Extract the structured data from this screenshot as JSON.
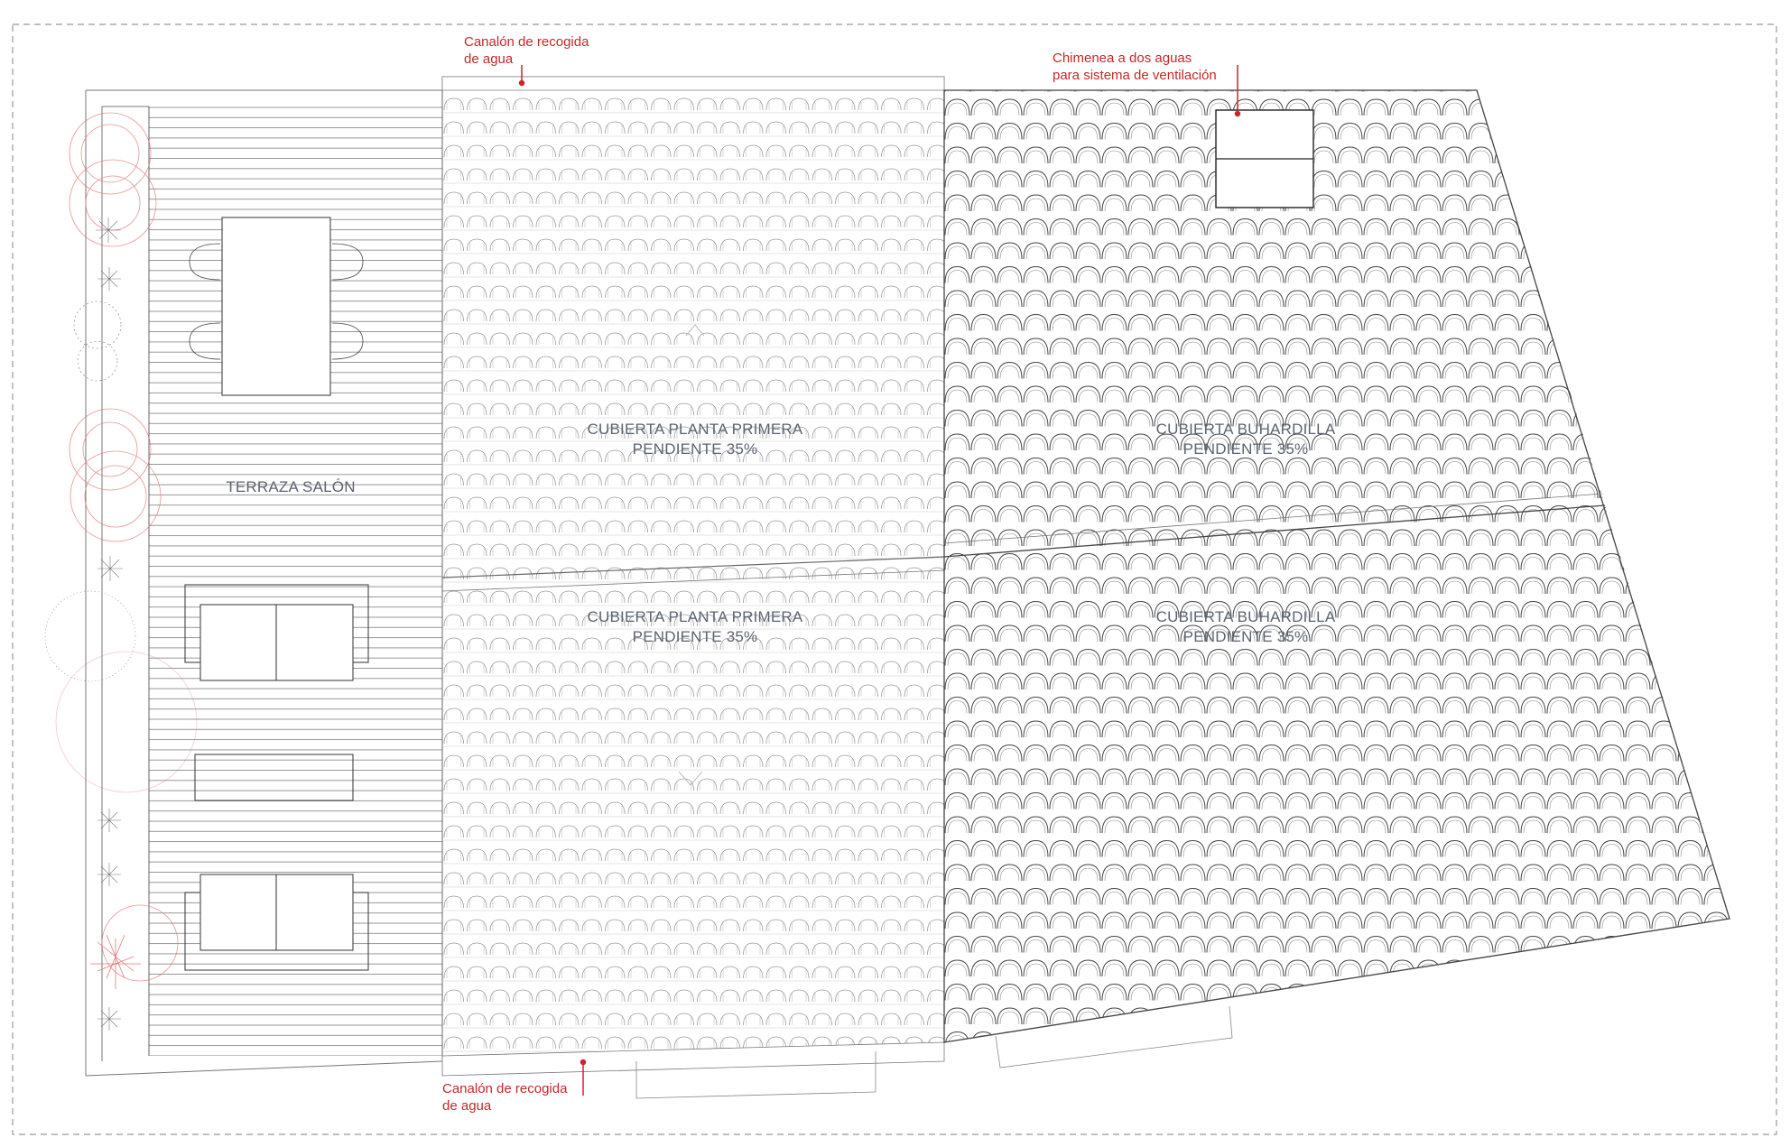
{
  "zones": {
    "terrace": "TERRAZA SALÓN",
    "roof_first_upper": {
      "line1": "CUBIERTA PLANTA PRIMERA",
      "line2": "PENDIENTE 35%"
    },
    "roof_first_lower": {
      "line1": "CUBIERTA PLANTA PRIMERA",
      "line2": "PENDIENTE 35%"
    },
    "roof_attic_upper": {
      "line1": "CUBIERTA BUHARDILLA",
      "line2": "PENDIENTE 35%"
    },
    "roof_attic_lower": {
      "line1": "CUBIERTA BUHARDILLA",
      "line2": "PENDIENTE 35%"
    }
  },
  "annotations": {
    "gutter_top": {
      "line1": "Canalón de recogida",
      "line2": "de agua"
    },
    "chimney": {
      "line1": "Chimenea a dos aguas",
      "line2": "para sistema de ventilación"
    },
    "gutter_bottom": {
      "line1": "Canalón de recogida",
      "line2": "de agua"
    }
  },
  "colors": {
    "annotation": "#c8262b",
    "line": "#555555",
    "tile": "#8a8a8a",
    "vegetation": "#e07a7a",
    "label": "#5a6470"
  },
  "icons": [
    "tree-plan-icon",
    "shrub-plan-icon",
    "chair-plan-icon",
    "table-plan-icon",
    "sofa-plan-icon",
    "chimney-plan-icon"
  ]
}
